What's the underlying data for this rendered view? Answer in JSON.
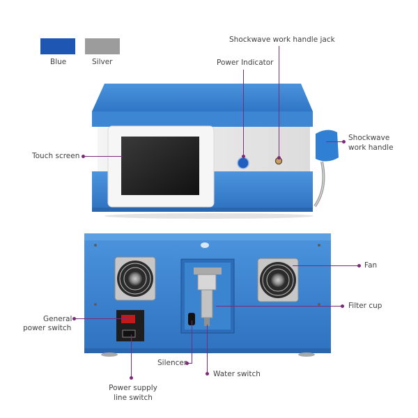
{
  "colors": {
    "blue_swatch": "#1d56b3",
    "silver_swatch": "#9c9c9c",
    "device_blue": "#3f8ad6",
    "device_blue_dark": "#2b6fbd",
    "panel_white": "#eeeeee",
    "callout": "#7b2a77"
  },
  "swatches": [
    {
      "label": "Blue"
    },
    {
      "label": "Silver"
    }
  ],
  "front_labels": {
    "handle_jack": "Shockwave work handle jack",
    "power_indicator": "Power Indicator",
    "touch_screen": "Touch screen",
    "handle_line1": "Shockwave",
    "handle_line2": "work handle"
  },
  "back_labels": {
    "fan": "Fan",
    "filter_cup": "Filter cup",
    "general_switch_line1": "General",
    "general_switch_line2": "power switch",
    "silencer": "Silencer",
    "water_switch": "Water switch",
    "supply_line1": "Power supply",
    "supply_line2": "line switch"
  }
}
